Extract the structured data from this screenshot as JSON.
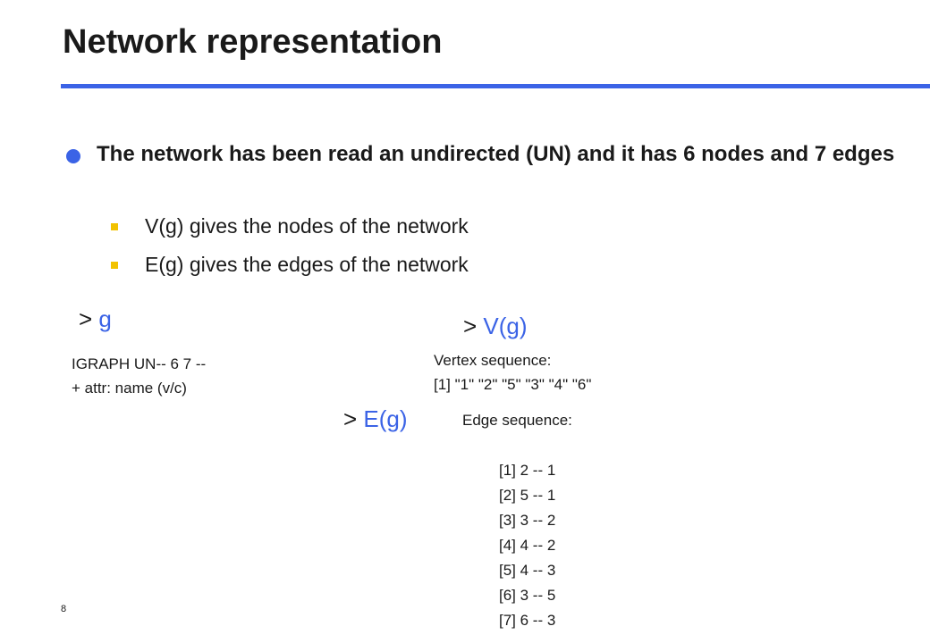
{
  "slide": {
    "title": "Network representation",
    "page_number": "8"
  },
  "bullet": {
    "text": "The network has been read an undirected (UN) and it has 6 nodes and 7 edges",
    "subitems": [
      "V(g) gives the nodes of the network",
      "E(g) gives the edges of the network"
    ]
  },
  "commands": {
    "g": {
      "prompt": ">",
      "command": "g"
    },
    "vg": {
      "prompt": ">",
      "command": "V(g)"
    },
    "eg": {
      "prompt": ">",
      "command": "E(g)"
    }
  },
  "outputs": {
    "g_lines": [
      "IGRAPH UN-- 6 7 --",
      "+ attr: name (v/c)"
    ],
    "vg_lines": [
      "Vertex sequence:",
      "[1] \"1\" \"2\" \"5\" \"3\" \"4\" \"6\""
    ],
    "eg_header": "Edge sequence:",
    "eg_edges": [
      "[1] 2 -- 1",
      "[2] 5 -- 1",
      "[3] 3 -- 2",
      "[4] 4 -- 2",
      "[5] 4 -- 3",
      "[6] 3 -- 5",
      "[7] 6 -- 3"
    ]
  },
  "colors": {
    "accent": "#3b63e6",
    "sub_bullet": "#f2c200"
  }
}
